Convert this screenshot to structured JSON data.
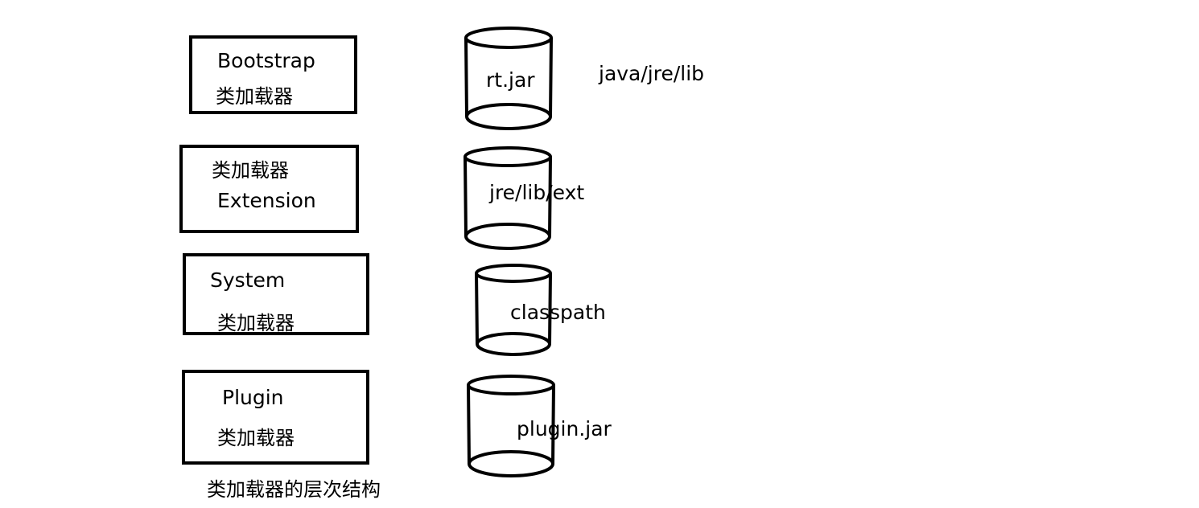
{
  "loaders": [
    {
      "line1": "Bootstrap",
      "line2": "类加载器"
    },
    {
      "line1": "类加载器",
      "line2": "Extension"
    },
    {
      "line1": "System",
      "line2": "类加载器"
    },
    {
      "line1": "Plugin",
      "line2": "类加载器"
    }
  ],
  "sources": [
    {
      "label": "rt.jar",
      "note": "java/jre/lib"
    },
    {
      "label": "jre/lib/ext"
    },
    {
      "label": "classpath"
    },
    {
      "label": "plugin.jar"
    }
  ],
  "caption": "类加载器的层次结构"
}
